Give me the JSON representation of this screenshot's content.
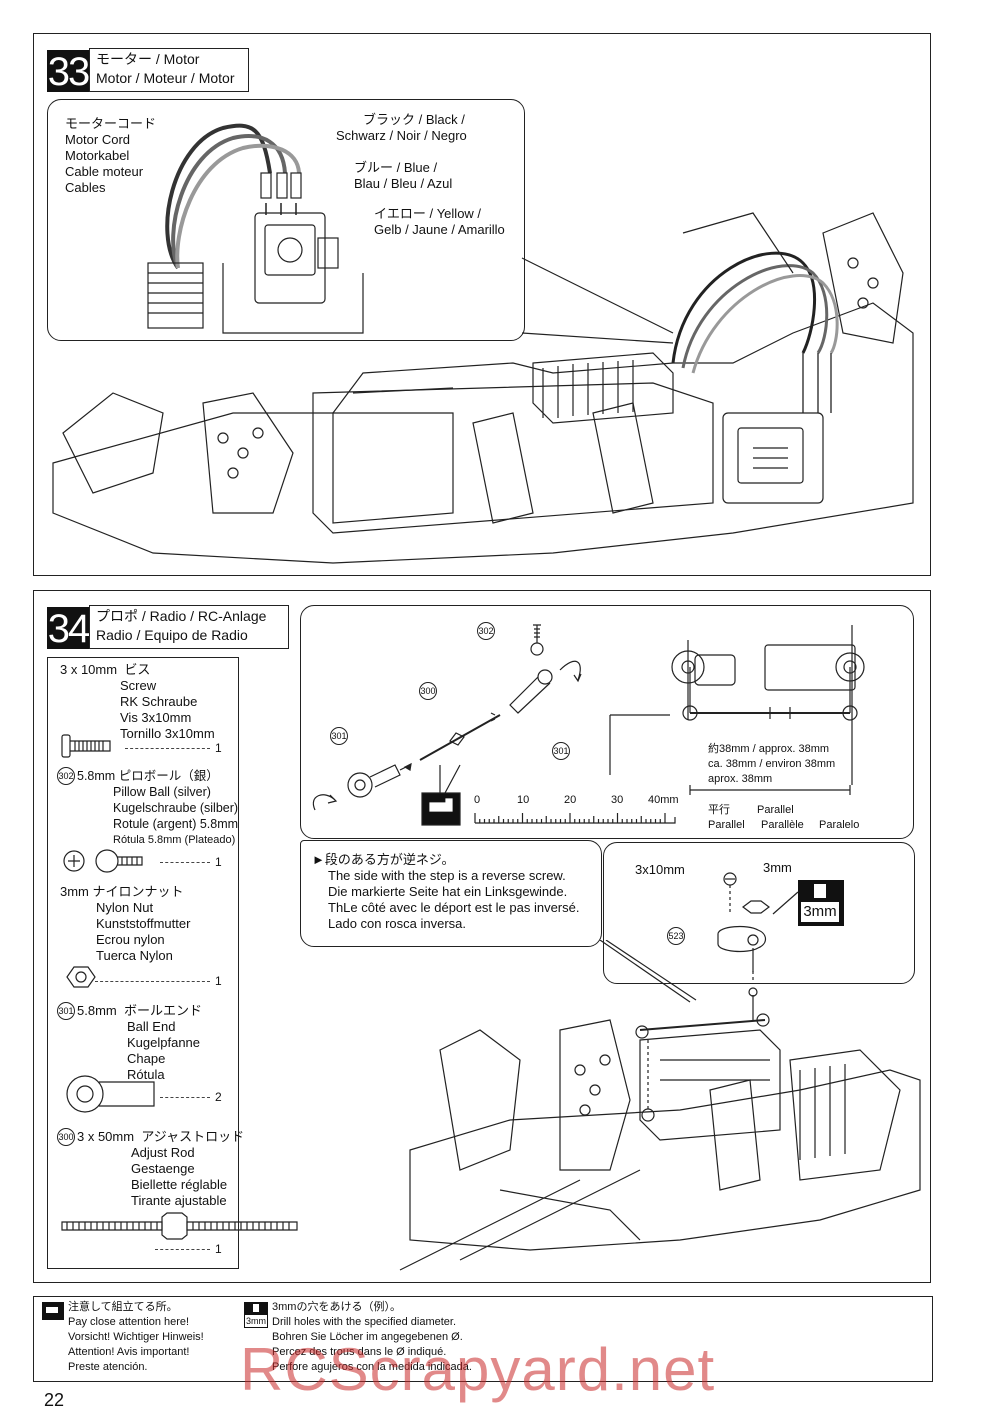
{
  "step33": {
    "number": "33",
    "title_jp": "モーター / Motor",
    "title_ml": "Motor / Moteur / Motor",
    "motor_cord": [
      "モーターコード",
      "Motor Cord",
      "Motorkabel",
      "Cable moteur",
      "Cables"
    ],
    "black": [
      "ブラック / Black /",
      "Schwarz / Noir / Negro"
    ],
    "blue": [
      "ブルー / Blue /",
      "Blau / Bleu / Azul"
    ],
    "yellow": [
      "イエロー / Yellow /",
      "Gelb / Jaune / Amarillo"
    ]
  },
  "step34": {
    "number": "34",
    "title_jp": "プロポ / Radio / RC-Anlage",
    "title_ml": "Radio / Equipo de Radio",
    "parts": {
      "screw": {
        "size": "3 x 10mm",
        "jp": "ビス",
        "names": [
          "Screw",
          "RK Schraube",
          "Vis 3x10mm",
          "Tornillo 3x10mm"
        ],
        "qty": "1"
      },
      "pillow": {
        "id": "302",
        "size": "5.8mm",
        "jp": "ピロボール（銀）",
        "names": [
          "Pillow Ball (silver)",
          "Kugelschraube (silber)",
          "Rotule (argent) 5.8mm",
          "Rótula 5.8mm (Plateado)"
        ],
        "qty": "1"
      },
      "nut": {
        "size": "3mm",
        "jp": "ナイロンナット",
        "names": [
          "Nylon Nut",
          "Kunststoffmutter",
          "Ecrou nylon",
          "Tuerca Nylon"
        ],
        "qty": "1"
      },
      "ballend": {
        "id": "301",
        "size": "5.8mm",
        "jp": "ボールエンド",
        "names": [
          "Ball End",
          "Kugelpfanne",
          "Chape",
          "Rótula"
        ],
        "qty": "2"
      },
      "rod": {
        "id": "300",
        "size": "3 x 50mm",
        "jp": "アジャストロッド",
        "names": [
          "Adjust Rod",
          "Gestaenge",
          "Biellette réglable",
          "Tirante ajustable"
        ],
        "qty": "1"
      }
    },
    "ids": {
      "a": "302",
      "b": "300",
      "c": "301",
      "d": "301",
      "e": "523"
    },
    "scale_labels": [
      "0",
      "10",
      "20",
      "30",
      "40mm"
    ],
    "length": [
      "約38mm /  approx. 38mm",
      "ca. 38mm / environ 38mm",
      "aprox. 38mm"
    ],
    "parallel": [
      "平行",
      "Parallel",
      "Parallel",
      "Parallèle",
      "Paralelo"
    ],
    "reverse": [
      "►段のある方が逆ネジ。",
      "The side with the step is a reverse screw.",
      "Die markierte Seite hat ein Linksgewinde.",
      "ThLe côté avec le déport est le pas inversé.",
      "Lado con rosca inversa."
    ],
    "screw_label": "3x10mm",
    "nut_label": "3mm",
    "drill_label": "3mm"
  },
  "notes": {
    "attention": [
      "注意して組立てる所。",
      "Pay close attention here!",
      "Vorsicht!  Wichtiger Hinweis!",
      "Attention! Avis important!",
      "Preste atención."
    ],
    "drill": [
      "3mmの穴をあける（例）。",
      "Drill holes with the specified diameter.",
      "Bohren Sie Löcher im angegebenen Ø.",
      "Percez des trous dans le Ø indiqué.",
      "Perfore agujeros con la medida indicada."
    ],
    "drill_icon": "3mm"
  },
  "page_number": "22",
  "watermark": "RCScrapyard.net"
}
